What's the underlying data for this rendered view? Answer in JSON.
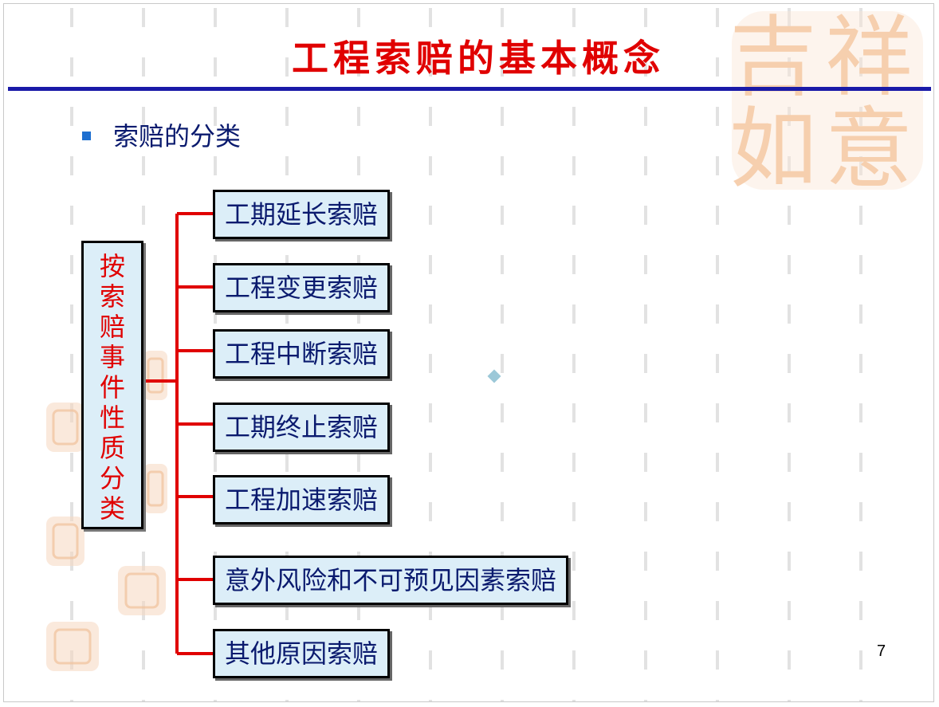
{
  "slide": {
    "title": "工程索赔的基本概念",
    "subtitle": "索赔的分类",
    "page_number": "7"
  },
  "classification": {
    "group_label": [
      "按",
      "索",
      "赔",
      "事",
      "件",
      "性",
      "质",
      "分",
      "类"
    ],
    "items": [
      "工期延长索赔",
      "工程变更索赔",
      "工程中断索赔",
      "工期终止索赔",
      "工程加速索赔",
      "意外风险和不可预见因素索赔",
      "其他原因索赔"
    ]
  },
  "decoration": {
    "stamp_glyphs": [
      "吉",
      "祥",
      "如",
      "意"
    ],
    "icons": [
      "square-bullet-icon",
      "diamond-icon",
      "auspicious-stamp-icon"
    ]
  },
  "colors": {
    "title": "#e00000",
    "title_rule": "#1a1aa8",
    "text": "#0a1a6e",
    "group_label": "#e00000",
    "connector": "#e00000",
    "box_fill": "#dceef8",
    "bullet": "#1e6fd0",
    "stamp": "#f6cfae"
  }
}
